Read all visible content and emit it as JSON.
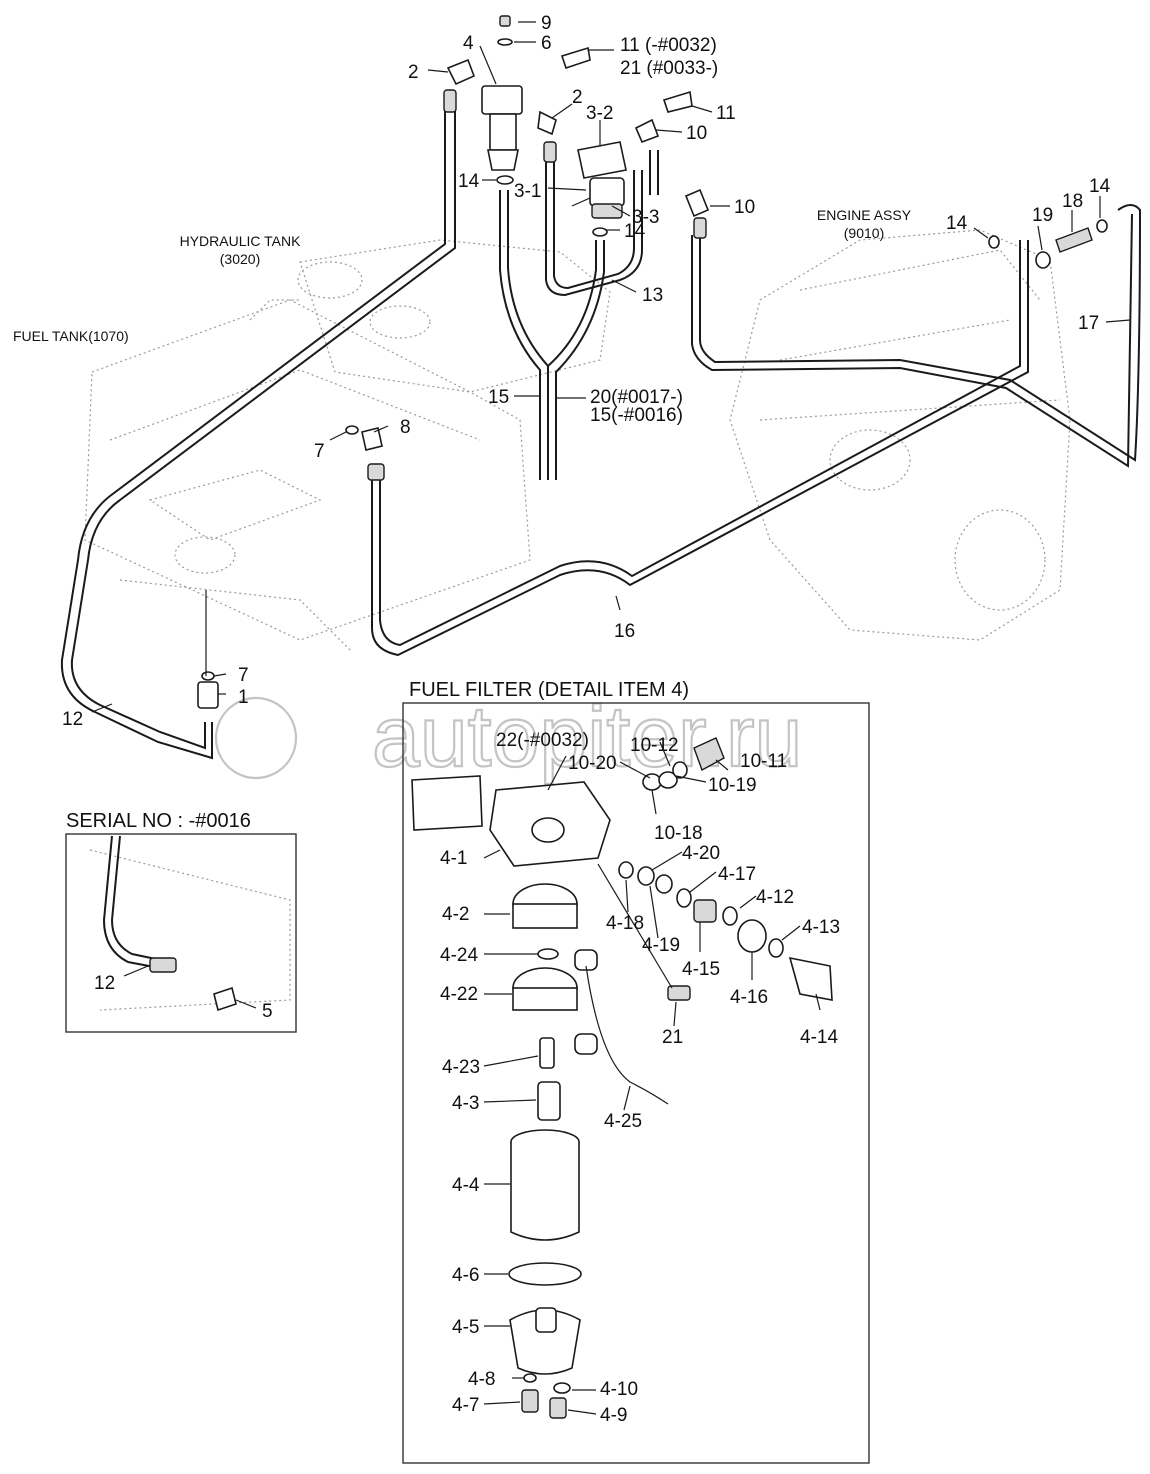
{
  "watermark": "autopiter.ru",
  "reference_labels": {
    "hydraulic_tank": "HYDRAULIC TANK",
    "hydraulic_tank_code": "(3020)",
    "engine_assy": "ENGINE ASSY",
    "engine_assy_code": "(9010)",
    "fuel_tank": "FUEL TANK(1070)"
  },
  "section_titles": {
    "fuel_filter_detail": "FUEL FILTER (DETAIL ITEM 4)",
    "serial_no": "SERIAL NO : -#0016"
  },
  "callouts": [
    "9",
    "6",
    "4",
    "11 (-#0032)",
    "21 (#0033-)",
    "2",
    "2",
    "3-2",
    "11",
    "10",
    "14",
    "3-1",
    "3-3",
    "10",
    "14",
    "13",
    "14",
    "19",
    "18",
    "14",
    "17",
    "15",
    "20(#0017-)",
    "15(-#0016)",
    "7",
    "8",
    "16",
    "7",
    "1",
    "12",
    "12",
    "5",
    "22(-#0032)",
    "10-12",
    "10-20",
    "10-11",
    "10-19",
    "10-18",
    "4-1",
    "4-20",
    "4-17",
    "4-12",
    "4-13",
    "4-2",
    "4-18",
    "4-19",
    "4-15",
    "4-16",
    "4-14",
    "4-24",
    "4-22",
    "21",
    "4-23",
    "4-3",
    "4-25",
    "4-4",
    "4-6",
    "4-5",
    "4-8",
    "4-10",
    "4-7",
    "4-9"
  ]
}
